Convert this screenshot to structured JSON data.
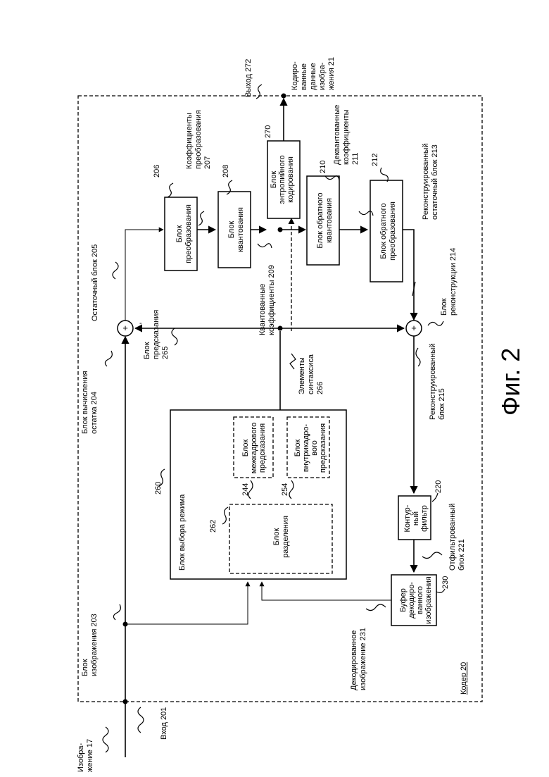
{
  "figure_caption": "Фиг. 2",
  "encoder": {
    "label": "Кодер 20"
  },
  "blocks": {
    "transform": {
      "label": "Блок преобразования",
      "ref": "206"
    },
    "quantization": {
      "label": "Блок квантования",
      "ref": "208"
    },
    "entropy": {
      "label": "Блок энтропийного кодирования",
      "ref": "270"
    },
    "inv_quantization": {
      "label": "Блок обратного квантования",
      "ref": "210"
    },
    "inv_transform": {
      "label": "Блок обратного преобразования",
      "ref": "212"
    },
    "mode_select": {
      "label": "Блок выбора режима",
      "ref": "260"
    },
    "partition": {
      "label": "Блок разделения",
      "ref": "262"
    },
    "inter_pred": {
      "label": "Блок межкадрового предсказания",
      "ref": "244"
    },
    "intra_pred": {
      "label": "Блок внутрикадро- вого предсказания",
      "ref": "254"
    },
    "loop_filter": {
      "label": "Контур- ный фильтр",
      "ref": "220"
    },
    "dpb": {
      "label": "Буфер декодиро- ванного изображения",
      "ref": "230"
    }
  },
  "signals": {
    "picture_in": "Изобра- жение 17",
    "input": "Вход 201",
    "picture_block": "Блок изображения 203",
    "residual_calc": "Блок вычисления остатка 204",
    "residual_block": "Остаточный блок 205",
    "transform_coeffs": "Коэффициенты преобразования 207",
    "quant_coeffs": "Квантованные коэффициенты 209",
    "dequant_coeffs": "Деквантованные коэффициенты 211",
    "recon_residual": "Реконструированный остаточный блок 213",
    "reconstruction": "Блок реконструкции 214",
    "recon_block": "Реконструированный блок 215",
    "pred_block": "Блок предсказания 265",
    "syntax": "Элементы синтаксиса 266",
    "filtered": "Отфильтрованный блок 221",
    "decoded_pic": "Декодированное изображение 231",
    "output": "Выход 272",
    "coded_data": "Кодиро- ванные данные изобра- жения 21"
  }
}
